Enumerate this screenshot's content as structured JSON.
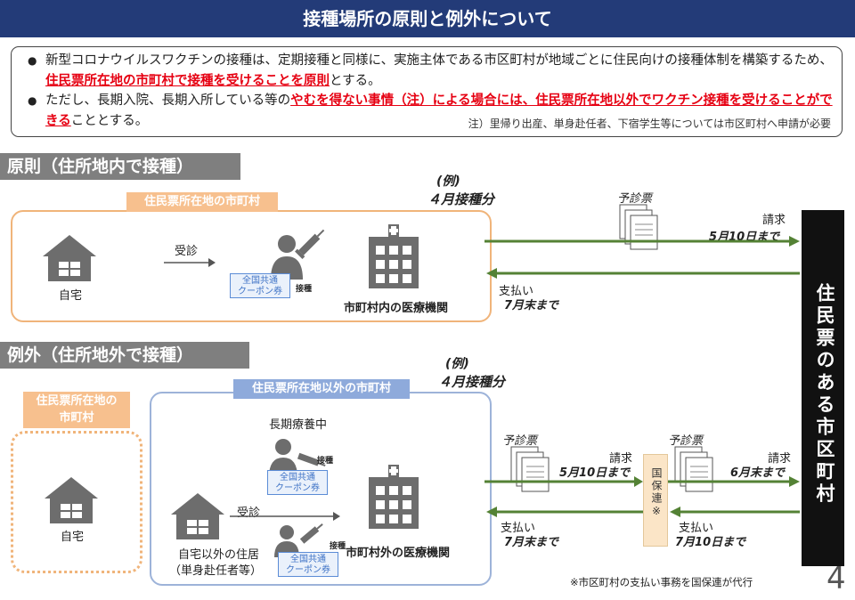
{
  "header": {
    "title": "接種場所の原則と例外について"
  },
  "notice": {
    "b1_a": "新型コロナウイルスワクチンの接種は、定期接種と同様に、実施主体である市区町村が地域ごとに住民向けの接種体制を構築するため、",
    "b1_red": "住民票所在地の市町村で接種を受けることを原則",
    "b1_b": "とする。",
    "b2_a": "ただし、長期入院、長期入所している等の",
    "b2_red": "やむを得ない事情（注）による場合には、住民票所在地以外でワクチン接種を受けることができる",
    "b2_b": "こととする。",
    "note": "注）里帰り出産、単身赴任者、下宿学生等については市区町村へ申請が必要"
  },
  "principle": {
    "section_label": "原則（住所地内で接種）",
    "box_tag": "住民票所在地の市町村",
    "example": "(例)",
    "month": "４月接種分",
    "home": "自宅",
    "visit": "受診",
    "coupon1": "全国共通",
    "coupon2": "クーポン券",
    "vaccinate": "接種",
    "clinic": "市町村内の医療機関",
    "ticket": "予診票",
    "claim": "請求",
    "claim_date": "5月10日まで",
    "pay": "支払い",
    "pay_date": "7月末まで"
  },
  "exception": {
    "section_label": "例外（住所地外で接種）",
    "home_tag": "住民票所在地の\n市町村",
    "home": "自宅",
    "box_tag": "住民票所在地以外の市町村",
    "example": "(例)",
    "month": "４月接種分",
    "long_term": "長期療養中",
    "vaccinate": "接種",
    "coupon1": "全国共通",
    "coupon2": "クーポン券",
    "visit": "受診",
    "residence1": "自宅以外の住居",
    "residence2": "（単身赴任者等）",
    "clinic": "市町村外の医療機関",
    "ticket": "予診票",
    "claim": "請求",
    "claim_date1": "5月10日まで",
    "claim_date2": "6月末まで",
    "pay": "支払い",
    "pay_date1": "7月末まで",
    "pay_date2": "7月10日まで",
    "kokuho": "国保連※",
    "footnote": "※市区町村の支払い事務を国保連が代行"
  },
  "right_bar": {
    "label": "住民票のある市区町村"
  },
  "page_number": "4",
  "colors": {
    "header": "#233b78",
    "arrow": "#548235",
    "red": "#e60012",
    "orange": "#f0b47a",
    "blue": "#9db3d9"
  }
}
